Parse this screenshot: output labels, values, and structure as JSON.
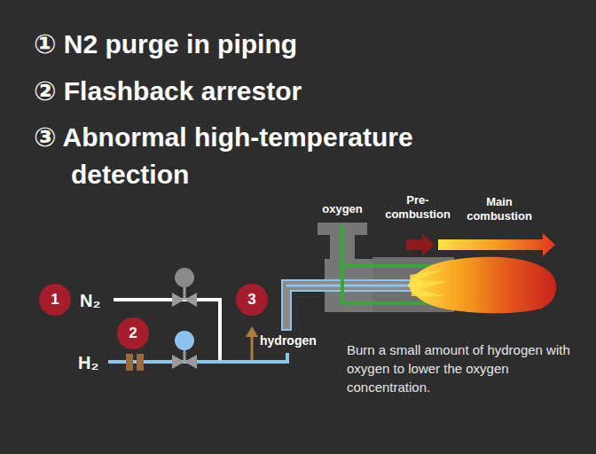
{
  "diagram": {
    "labels": [
      "① N2 purge in piping",
      "② Flashback arrestor",
      "③ Abnormal high-temperature detection",
      "1",
      "N₂",
      "2",
      "H₂",
      "3",
      "hydrogen",
      "oxygen",
      "Pre-combustion",
      "Main combustion",
      "Burn a small amount of hydrogen with oxygen to lower the oxygen concentration."
    ]
  }
}
